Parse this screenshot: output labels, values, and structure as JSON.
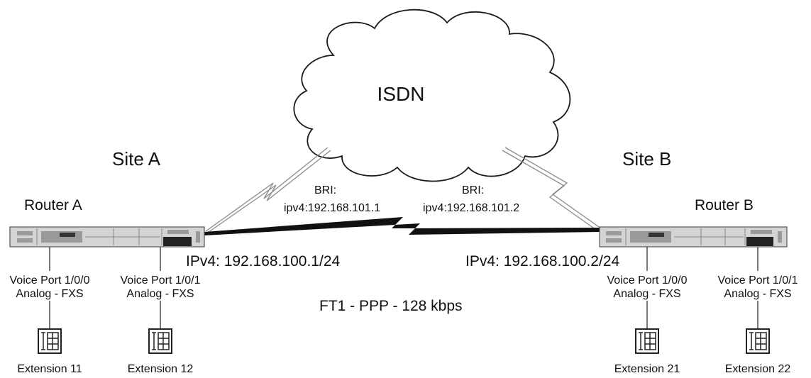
{
  "cloud": {
    "label": "ISDN"
  },
  "sites": {
    "a": {
      "label": "Site A"
    },
    "b": {
      "label": "Site B"
    }
  },
  "routers": {
    "a": {
      "name": "Router A",
      "ip": "IPv4: 192.168.100.1/24",
      "bri_label": "BRI:",
      "bri_ip": "ipv4:192.168.101.1"
    },
    "b": {
      "name": "Router B",
      "ip": "IPv4: 192.168.100.2/24",
      "bri_label": "BRI:",
      "bri_ip": "ipv4:192.168.101.2"
    }
  },
  "link": {
    "label": "FT1 - PPP - 128 kbps"
  },
  "voice_ports": {
    "a0": {
      "line1": "Voice Port 1/0/0",
      "line2": "Analog - FXS",
      "extension": "Extension 11"
    },
    "a1": {
      "line1": "Voice Port 1/0/1",
      "line2": "Analog - FXS",
      "extension": "Extension 12"
    },
    "b0": {
      "line1": "Voice Port 1/0/0",
      "line2": "Analog - FXS",
      "extension": "Extension 21"
    },
    "b1": {
      "line1": "Voice Port 1/0/1",
      "line2": "Analog - FXS",
      "extension": "Extension 22"
    }
  }
}
